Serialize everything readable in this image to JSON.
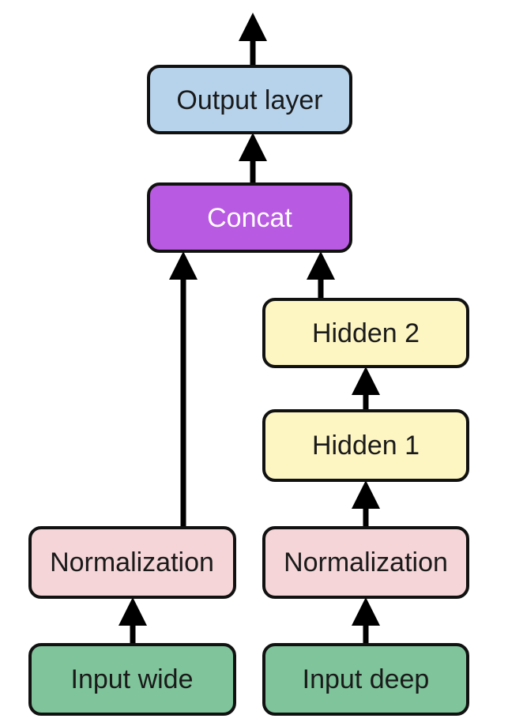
{
  "diagram": {
    "nodes": {
      "output_layer": {
        "label": "Output layer",
        "color": "#b7d3ec"
      },
      "concat": {
        "label": "Concat",
        "color": "#b95be2"
      },
      "hidden_2": {
        "label": "Hidden 2",
        "color": "#fdf6c3"
      },
      "hidden_1": {
        "label": "Hidden 1",
        "color": "#fdf6c3"
      },
      "normalization_wide": {
        "label": "Normalization",
        "color": "#f5d5d7"
      },
      "normalization_deep": {
        "label": "Normalization",
        "color": "#f5d5d7"
      },
      "input_wide": {
        "label": "Input wide",
        "color": "#7fc49a"
      },
      "input_deep": {
        "label": "Input deep",
        "color": "#7fc49a"
      }
    },
    "edges": [
      {
        "from": "input_wide",
        "to": "normalization_wide"
      },
      {
        "from": "normalization_wide",
        "to": "concat"
      },
      {
        "from": "input_deep",
        "to": "normalization_deep"
      },
      {
        "from": "normalization_deep",
        "to": "hidden_1"
      },
      {
        "from": "hidden_1",
        "to": "hidden_2"
      },
      {
        "from": "hidden_2",
        "to": "concat"
      },
      {
        "from": "concat",
        "to": "output_layer"
      },
      {
        "from": "output_layer",
        "to": "output"
      }
    ]
  }
}
